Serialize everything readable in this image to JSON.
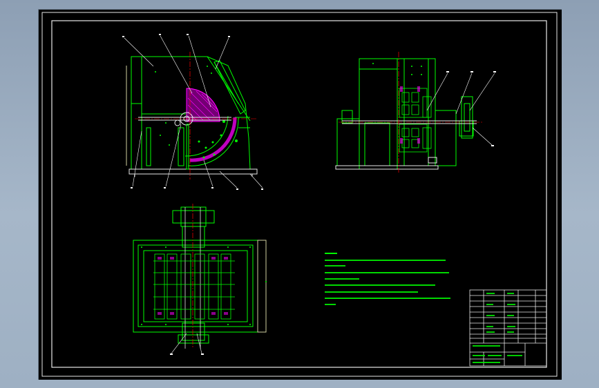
{
  "canvas": {
    "background": "#000000",
    "line_color": "#e8e8e8",
    "primary_color": "#00ff00",
    "section_color": "#ff00ff",
    "center_line_color": "#ff0000",
    "leader_color": "#ffffff",
    "note_color": "#00ff00"
  },
  "views": [
    {
      "id": "front-view",
      "callouts": [
        "1",
        "2",
        "3",
        "4",
        "5",
        "6",
        "7",
        "8",
        "9",
        "10"
      ]
    },
    {
      "id": "side-view",
      "callouts": [
        "11",
        "12",
        "13",
        "14"
      ]
    },
    {
      "id": "plan-view",
      "callouts": [
        "15",
        "16"
      ]
    }
  ],
  "notes": {
    "present": true
  },
  "title_block": {
    "present": true
  }
}
